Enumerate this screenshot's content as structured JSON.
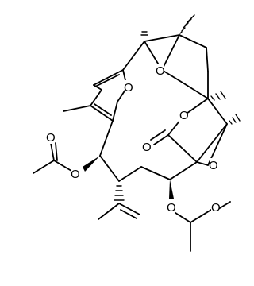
{
  "molecule": {
    "atom_labels": {
      "o_furan": "O",
      "o_epoxide_top": "O",
      "o_lactone_ring": "O",
      "o_lactone_carbonyl": "O",
      "o_epoxide_right": "O",
      "o_acetate_left_ester": "O",
      "o_acetate_left_carbonyl": "O",
      "o_acetate_right_ester": "O",
      "o_acetate_right_carbonyl": "O"
    }
  }
}
